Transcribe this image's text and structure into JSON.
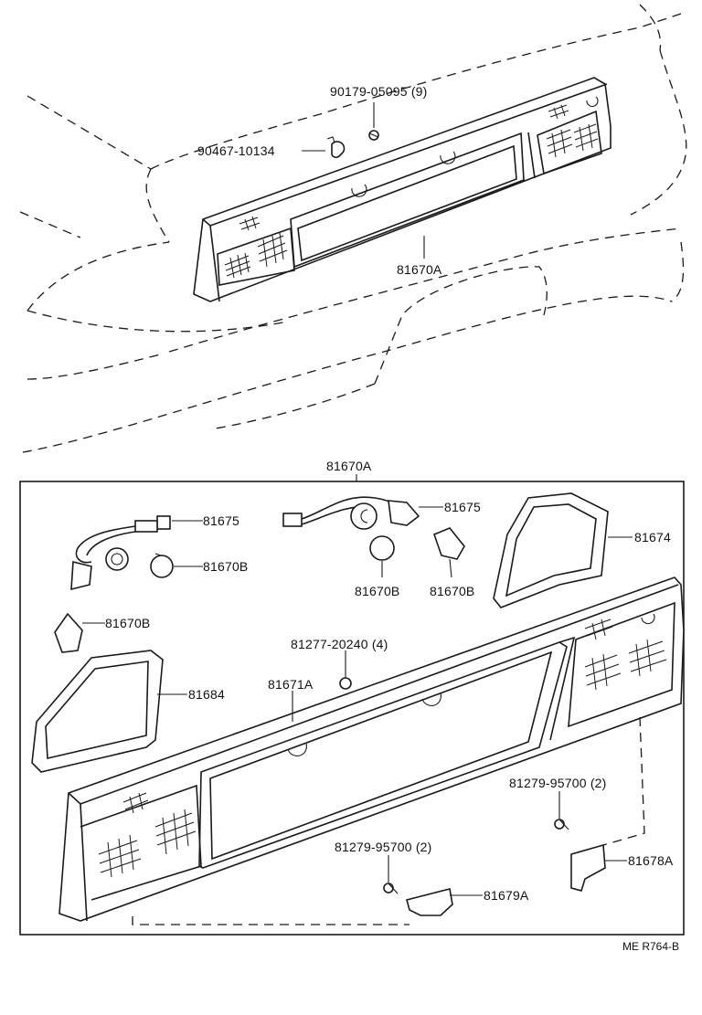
{
  "top_view": {
    "labels": {
      "screw_9": "90179-05095 (9)",
      "clip": "90467-10134",
      "panel": "81670A"
    }
  },
  "detail_view": {
    "assembly_label": "81670A",
    "labels": {
      "socket_right": "81675",
      "socket_left": "81675",
      "gasket_right": "81674",
      "bulb_left_upper": "81670B",
      "bulb_left_lower": "81670B",
      "bulb_center_left": "81670B",
      "bulb_center_right": "81670B",
      "nut_4": "81277-20240 (4)",
      "gasket_left": "81684",
      "lens": "81671A",
      "screw_right": "81279-95700 (2)",
      "screw_left": "81279-95700 (2)",
      "bracket_right": "81678A",
      "bracket_left": "81679A"
    }
  },
  "drawing_code": "ME R764-B"
}
